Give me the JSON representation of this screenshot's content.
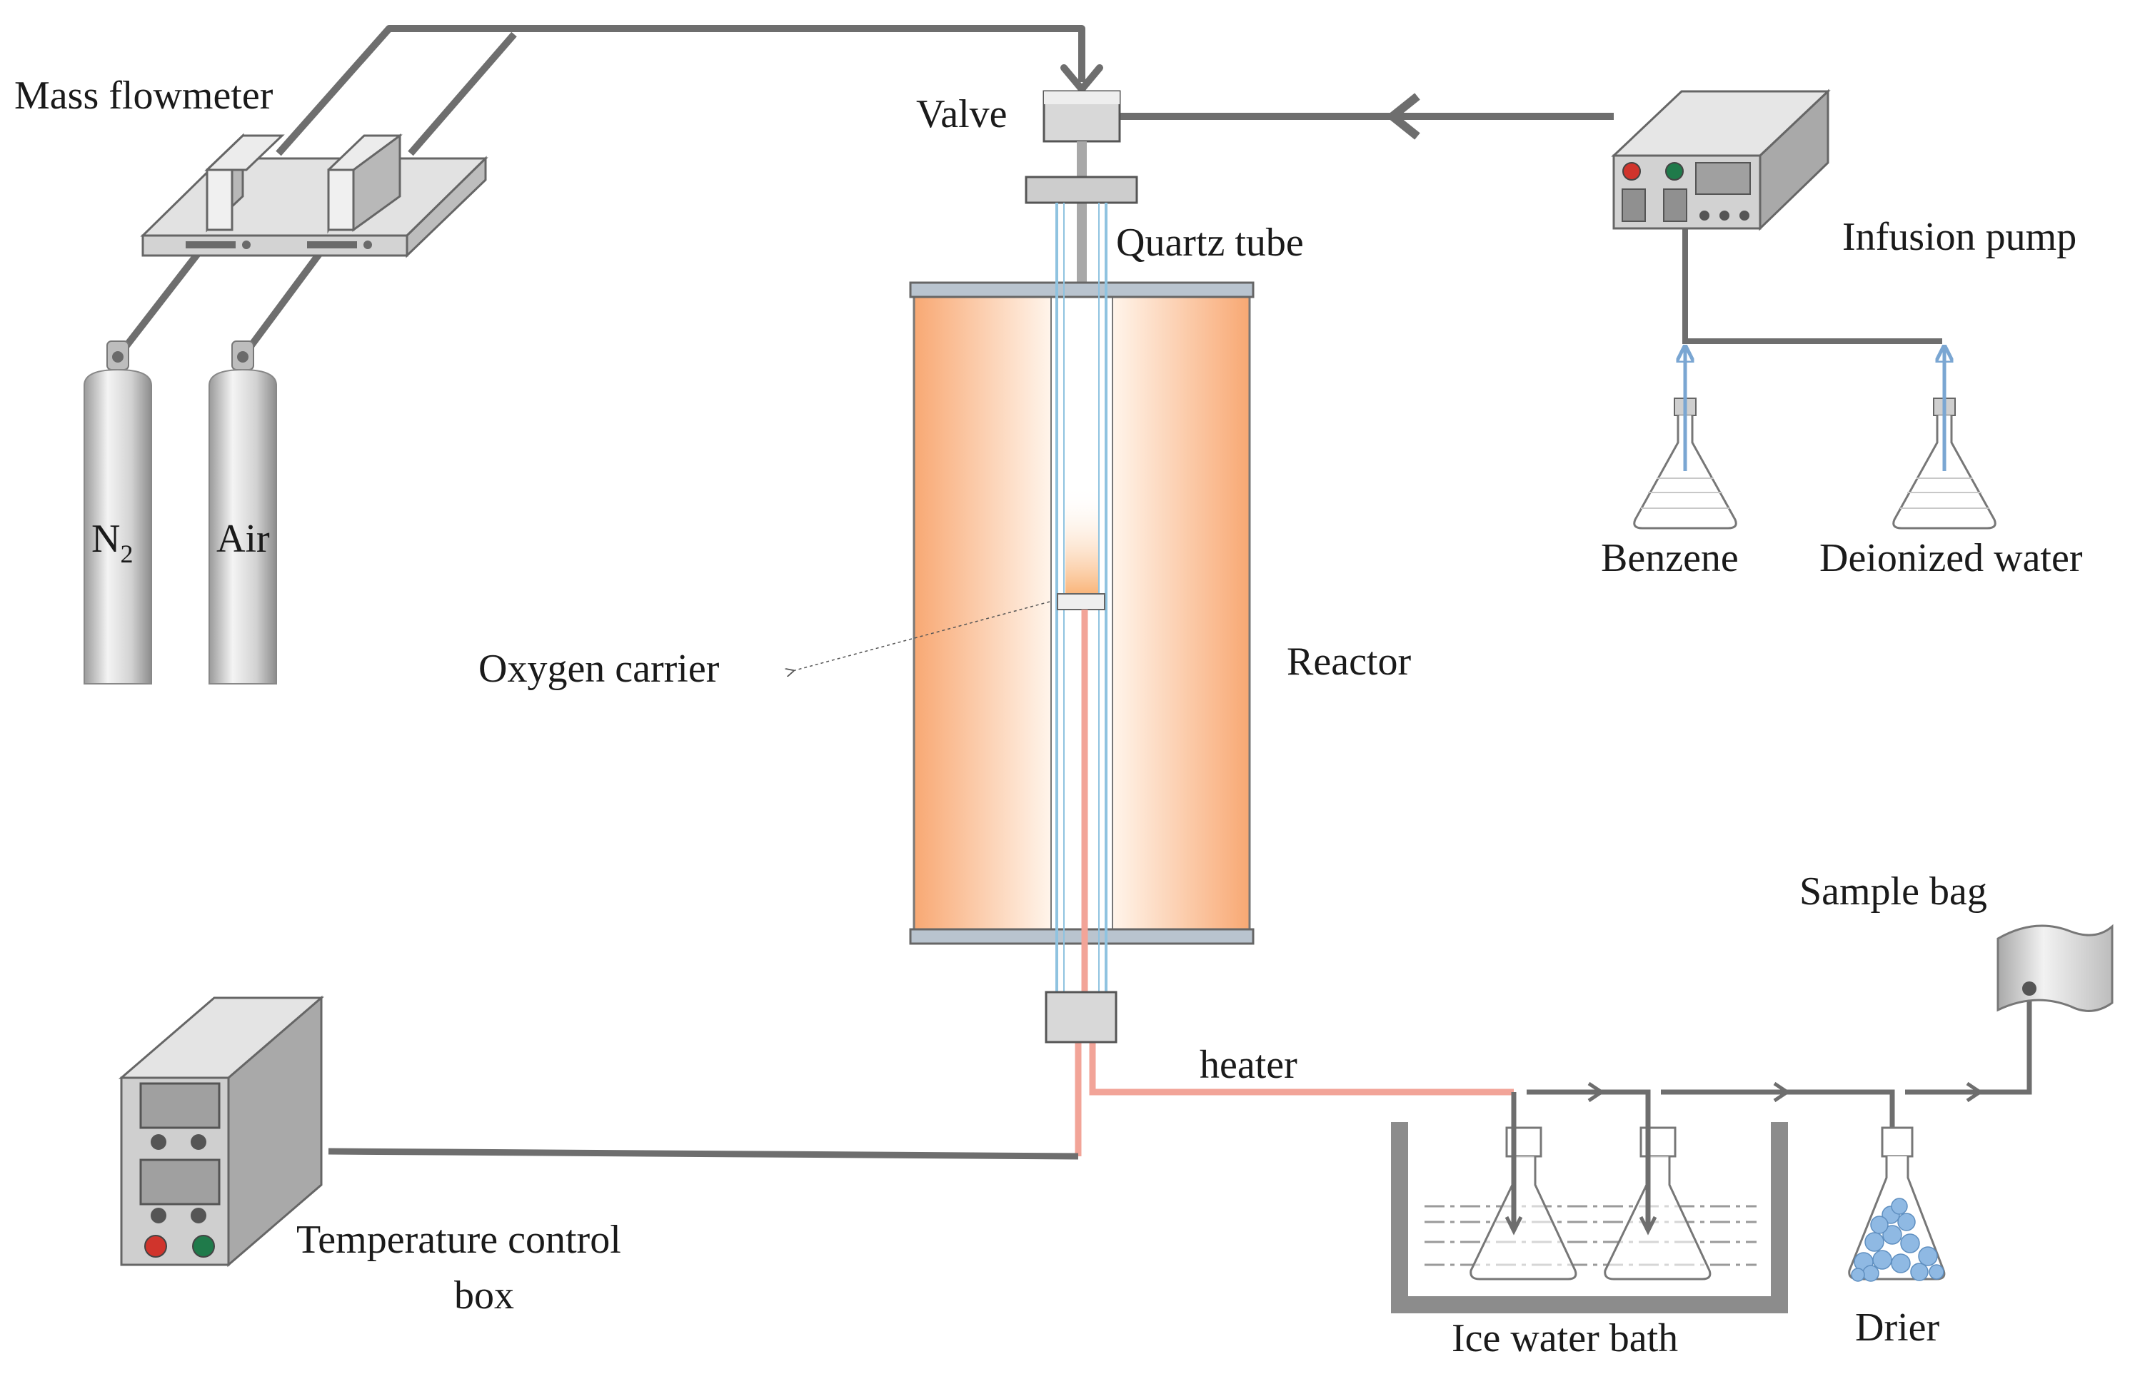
{
  "labels": {
    "mass_flowmeter": "Mass flowmeter",
    "valve": "Valve",
    "quartz_tube": "Quartz tube",
    "infusion_pump": "Infusion pump",
    "n2_main": "N",
    "n2_sub": "2",
    "air": "Air",
    "benzene": "Benzene",
    "deionized_water": "Deionized water",
    "oxygen_carrier": "Oxygen carrier",
    "reactor": "Reactor",
    "sample_bag": "Sample bag",
    "heater": "heater",
    "temperature_control_line1": "Temperature control",
    "temperature_control_line2": "box",
    "ice_water_bath": "Ice water bath",
    "drier": "Drier"
  },
  "colors": {
    "pipe": "#6e6e6e",
    "heater_line": "#f2a498",
    "flow_arrow_blue": "#7aa6d2",
    "reactor_orange": "#f8b687",
    "reactor_light": "#fff0e4",
    "cylinder_gray": "#c9c9c9",
    "drier_bead": "#8fb9e3",
    "button_red": "#d0342c",
    "button_green": "#1f7a4a"
  }
}
